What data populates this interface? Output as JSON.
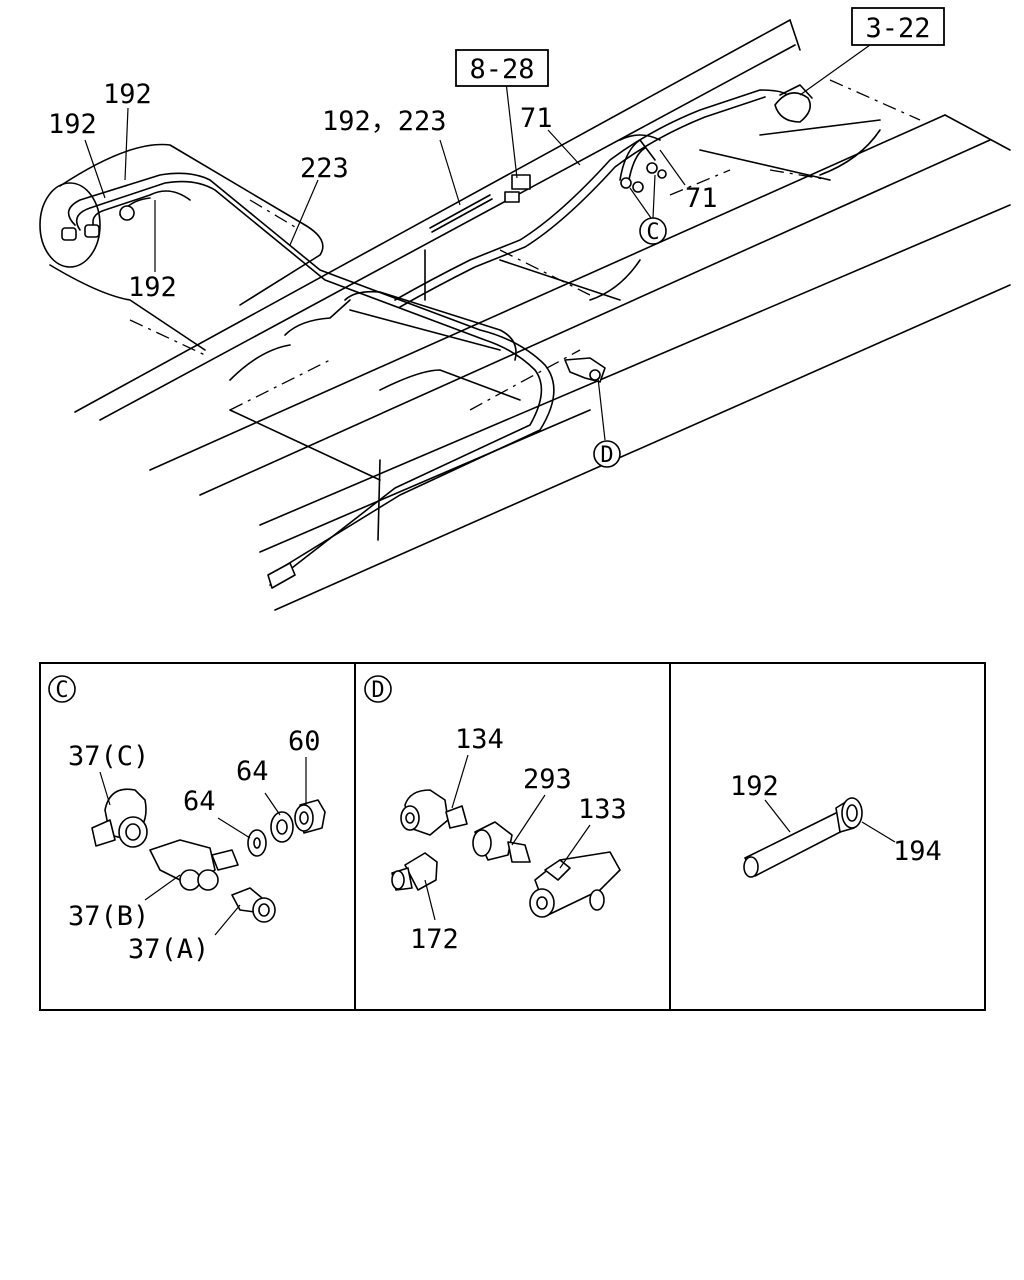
{
  "refs": {
    "ref_3_22": "3-22",
    "ref_8_28": "8-28"
  },
  "callouts": {
    "c192_a": "192",
    "c192_b": "192",
    "c192_c": "192",
    "c192_223": "192，223",
    "c223": "223",
    "c71_a": "71",
    "c71_b": "71",
    "detail_c": "C",
    "detail_d": "D"
  },
  "panel_c": {
    "title": "C",
    "p37c": "37(C)",
    "p37b": "37(B)",
    "p37a": "37(A)",
    "p64a": "64",
    "p64b": "64",
    "p60": "60"
  },
  "panel_d": {
    "title": "D",
    "p134": "134",
    "p293": "293",
    "p133": "133",
    "p172": "172"
  },
  "panel_3": {
    "p192": "192",
    "p194": "194"
  }
}
